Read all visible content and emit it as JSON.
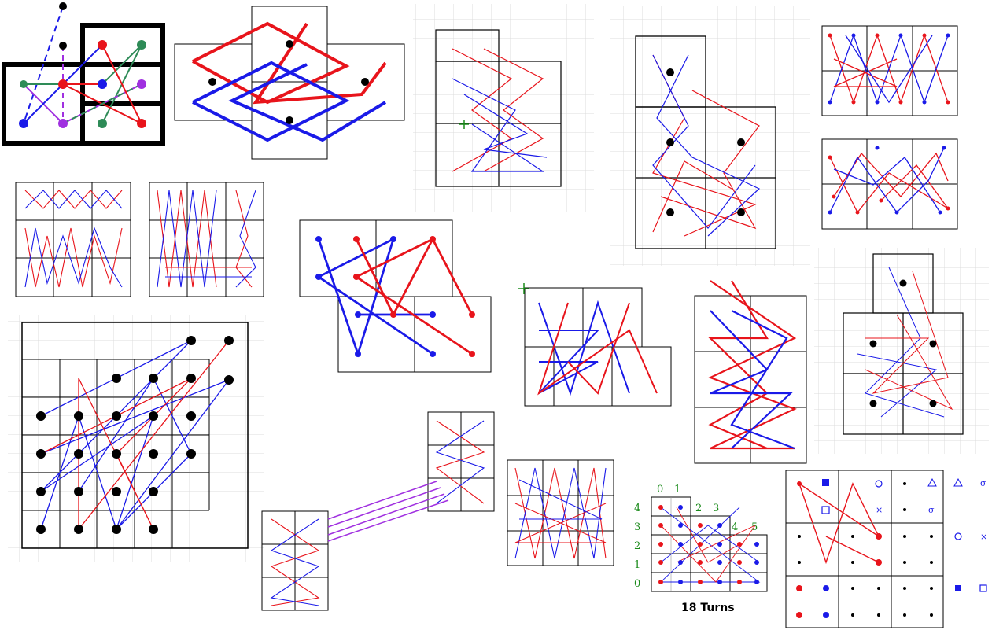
{
  "colors": {
    "red": "#e8141b",
    "blue": "#1a1ae8",
    "green": "#2e8b57",
    "purple": "#a030e0",
    "black": "#000000",
    "grid": "#d8d8d8"
  },
  "puzzle_labels": {
    "counting": [
      "0",
      "1",
      "2",
      "3",
      "4",
      "5"
    ],
    "rows": [
      "4",
      "3",
      "2",
      "1",
      "0"
    ],
    "turns_caption": "18 Turns"
  },
  "legend_symbols": {
    "sigma": "σ",
    "cross": "×"
  }
}
